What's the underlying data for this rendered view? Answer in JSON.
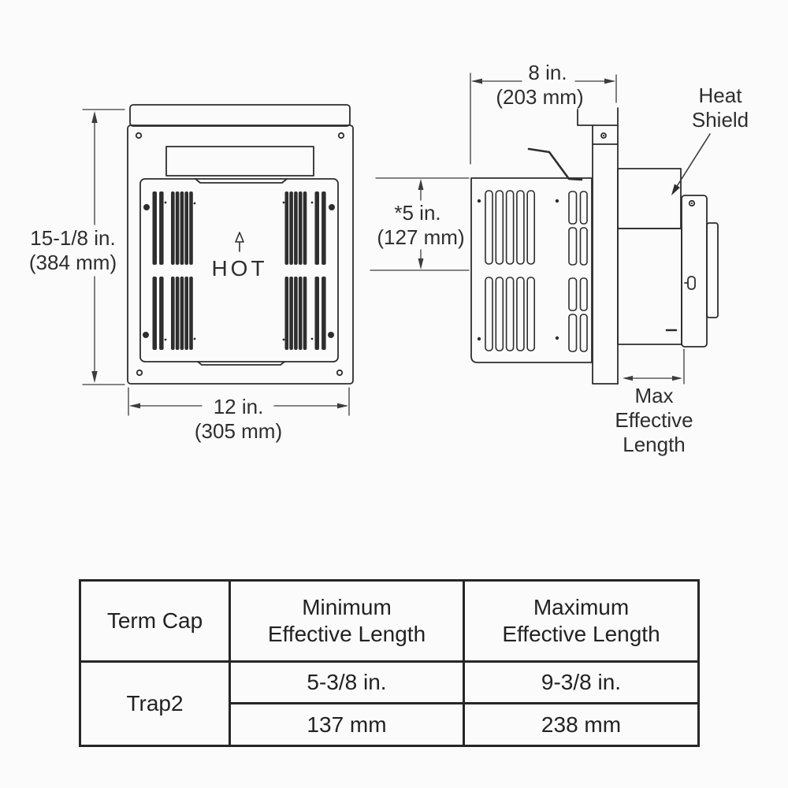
{
  "drawing": {
    "front_view": {
      "hot_label": "HOT",
      "height_dim": {
        "in": "15-1/8 in.",
        "mm": "(384 mm)"
      },
      "width_dim": {
        "in": "12 in.",
        "mm": "(305 mm)"
      }
    },
    "side_view": {
      "depth_dim": {
        "in": "8 in.",
        "mm": "(203 mm)"
      },
      "center_dim": {
        "in": "*5 in.",
        "mm": "(127 mm)"
      },
      "heat_shield": {
        "line1": "Heat",
        "line2": "Shield"
      },
      "max_effective": {
        "line1": "Max",
        "line2": "Effective",
        "line3": "Length"
      }
    }
  },
  "table": {
    "header": {
      "term_cap": "Term Cap",
      "min_line1": "Minimum",
      "min_line2": "Effective Length",
      "max_line1": "Maximum",
      "max_line2": "Effective Length"
    },
    "row": {
      "term_cap": "Trap2",
      "min_in": "5-3/8 in.",
      "min_mm": "137 mm",
      "max_in": "9-3/8 in.",
      "max_mm": "238 mm"
    }
  },
  "colors": {
    "line": "#2d2d2d",
    "dimension": "#3c3c3c",
    "text": "#2e2e2e",
    "background": "#fbfbfb",
    "table_border": "#262626"
  }
}
